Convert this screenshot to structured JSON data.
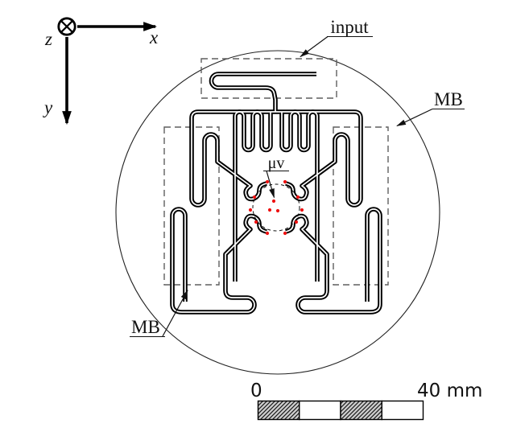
{
  "figure": {
    "type": "technical-diagram",
    "labels": {
      "input": "input",
      "mb_right": "MB",
      "mb_left": "MB",
      "center_tag": "μv"
    },
    "axes": {
      "x": "x",
      "y": "y",
      "z": "z"
    },
    "scale_bar": {
      "zero": "0",
      "max": "40 mm",
      "segment_count": 4
    },
    "colors": {
      "trace": "#000000",
      "trace_core": "#ffffff",
      "red_dot": "#ee1111",
      "dash_gray": "#5f5f5f",
      "background": "#ffffff"
    }
  }
}
